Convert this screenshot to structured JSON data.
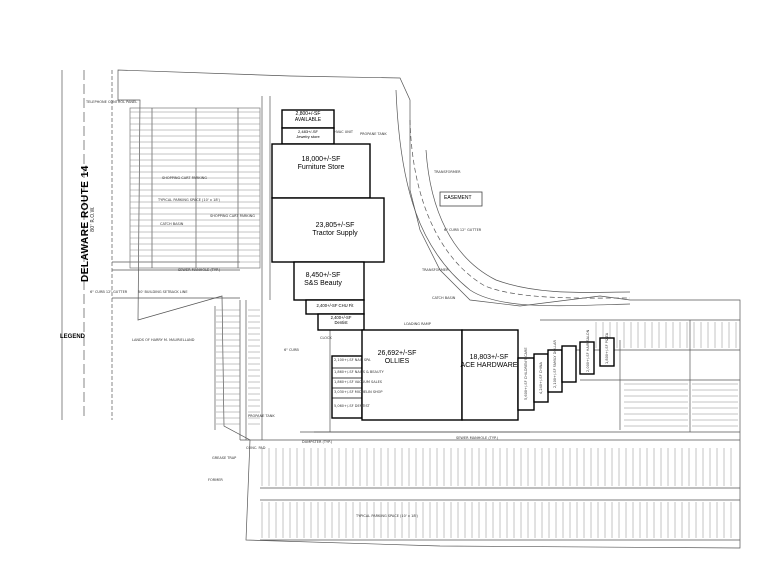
{
  "road": {
    "name": "DELAWARE ROUTE 14",
    "sub": "80' R.O.W."
  },
  "legend": "LEGEND",
  "tenants": [
    {
      "area": "2,800+/-SF",
      "name": "AVAILABLE"
    },
    {
      "area": "2,483+/-SF",
      "name": "Jewelry store"
    },
    {
      "area": "18,000+/-SF",
      "name": "Furniture Store"
    },
    {
      "area": "23,805+/-SF",
      "name": "Tractor Supply"
    },
    {
      "area": "8,450+/-SF",
      "name": "S&S Beauty"
    },
    {
      "area": "2,400+/-SF CHU Fit",
      "name": ""
    },
    {
      "area": "2,400+/-SF",
      "name": "Dentist"
    },
    {
      "area": "26,692+/-SF",
      "name": "OLLIES"
    },
    {
      "area": "18,803+/-SF",
      "name": "ACE HARDWARE"
    }
  ],
  "small_tenants": [
    {
      "area": "2,100+/-SF",
      "name": "NAIL SPA"
    },
    {
      "area": "1,860+/-SF",
      "name": "NAILS & BEAUTY"
    },
    {
      "area": "1,860+/-SF",
      "name": "VACUUM SALES"
    },
    {
      "area": "3,030+/-SF",
      "name": "MICHELIN SHOP"
    },
    {
      "area": "5,060+/-SF",
      "name": "DENTIST"
    }
  ],
  "pads": [
    {
      "area": "5,600+/-SF",
      "name": "CHILDREN'S CARE"
    },
    {
      "area": "4,240+/-SF",
      "name": "CHINA"
    },
    {
      "area": "2,100+/-SF",
      "name": "FAMILY DOLLAR"
    },
    {
      "area": "2,000+/-SF",
      "name": "HAIR SALON"
    },
    {
      "area": "1,800+/-SF",
      "name": "PIZZA"
    }
  ],
  "notes": {
    "telephone": "TELEPHONE CONTROL PANEL",
    "transformer": "TRANSFORMER",
    "easement": "EASEMENT",
    "typical_parking": "TYPICAL PARKING SPACE (10' x 18')",
    "shopping_cart": "SHOPPING CART PARKING",
    "catch_basin": "CATCH BASIN",
    "sewer_manhole": "SEWER MANHOLE (TYP.)",
    "curb": "6\" CURB",
    "gutter": "6\" CURB 12\" GUTTER",
    "loading_ramp": "LOADING RAMP",
    "propane": "PROPANE TANK",
    "dumpster": "DUMPSTER",
    "hvac": "HVAC UNIT",
    "land": "LANDS OF HARRY M. MAURIELLAND",
    "conc_pad": "CONC. PAD",
    "grease_trap": "GREASE TRAP",
    "former": "FORMER",
    "setback": "50' BUILDING SETBACK LINE",
    "clock": "CLOCK",
    "dumpster_typ": "DUMPSTER (TYP.)"
  }
}
